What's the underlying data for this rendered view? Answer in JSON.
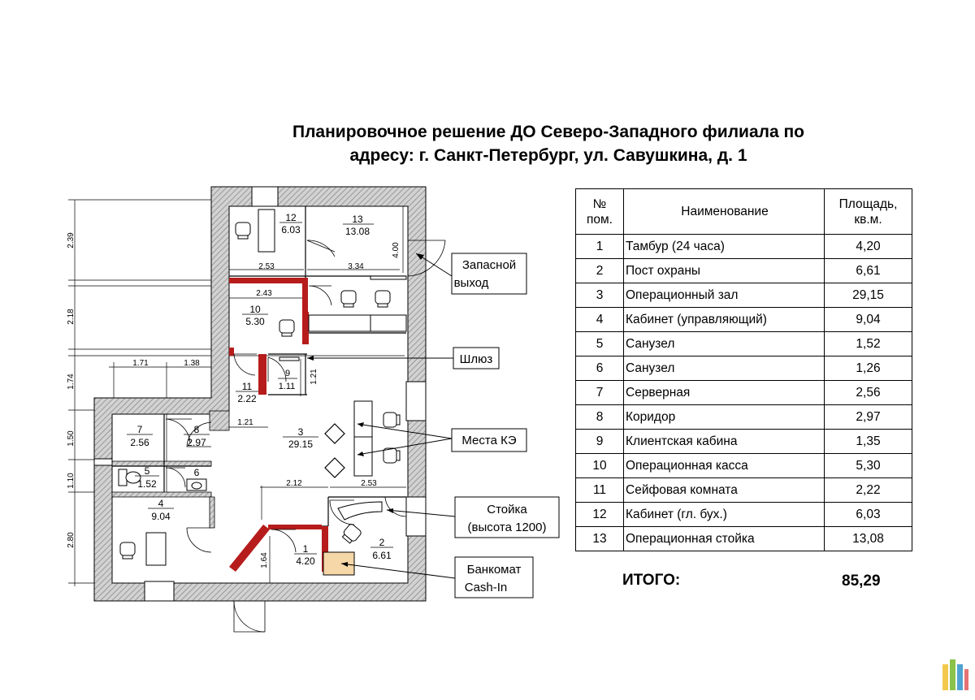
{
  "title": {
    "line1": "Планировочное решение ДО Северо-Западного филиала по",
    "line2": "адресу: г. Санкт-Петербург, ул. Савушкина, д. 1"
  },
  "plan": {
    "rooms": [
      {
        "no": "12",
        "area": "6.03"
      },
      {
        "no": "13",
        "area": "13.08"
      },
      {
        "no": "10",
        "area": "5.30"
      },
      {
        "no": "9",
        "area": "1.11"
      },
      {
        "no": "11",
        "area": "2.22"
      },
      {
        "no": "3",
        "area": "29.15"
      },
      {
        "no": "7",
        "area": "2.56"
      },
      {
        "no": "8",
        "area": "2.97"
      },
      {
        "no": "5",
        "area": "1.52"
      },
      {
        "no": "6",
        "area": ""
      },
      {
        "no": "4",
        "area": "9.04"
      },
      {
        "no": "1",
        "area": "4.20"
      },
      {
        "no": "2",
        "area": "6.61"
      }
    ],
    "dimensions": {
      "left_2_39": "2.39",
      "left_2_18": "2.18",
      "left_1_74": "1.74",
      "left_1_50": "1.50",
      "left_1_10": "1.10",
      "left_2_80": "2.80",
      "top_1_71": "1.71",
      "top_1_38": "1.38",
      "d_2_53_top": "2.53",
      "d_3_34": "3.34",
      "d_4_00": "4.00",
      "d_2_43": "2.43",
      "d_1_21_v": "1.21",
      "d_1_21_h": "1.21",
      "d_2_12": "2.12",
      "d_2_53_mid": "2.53",
      "d_1_64": "1.64"
    },
    "callouts": {
      "emergency_exit": [
        "Запасной",
        "выход"
      ],
      "airlock": "Шлюз",
      "workplaces": "Места КЭ",
      "counter": [
        "Стойка",
        "(высота 1200)"
      ],
      "atm": [
        "Банкомат",
        "Cash-In"
      ]
    },
    "colors": {
      "wall_hatch": "#b0b0b0",
      "partition": "#b71c1c",
      "atm": "#f6d7a8"
    }
  },
  "table": {
    "headers": {
      "no": [
        "№",
        "пом."
      ],
      "name": "Наименование",
      "area": [
        "Площадь,",
        "кв.м."
      ]
    },
    "rows": [
      {
        "no": "1",
        "name": "Тамбур (24 часа)",
        "area": "4,20"
      },
      {
        "no": "2",
        "name": "Пост охраны",
        "area": "6,61"
      },
      {
        "no": "3",
        "name": "Операционный зал",
        "area": "29,15"
      },
      {
        "no": "4",
        "name": "Кабинет (управляющий)",
        "area": "9,04"
      },
      {
        "no": "5",
        "name": "Санузел",
        "area": "1,52"
      },
      {
        "no": "6",
        "name": "Санузел",
        "area": "1,26"
      },
      {
        "no": "7",
        "name": "Серверная",
        "area": "2,56"
      },
      {
        "no": "8",
        "name": "Коридор",
        "area": "2,97"
      },
      {
        "no": "9",
        "name": "Клиентская кабина",
        "area": "1,35"
      },
      {
        "no": "10",
        "name": "Операционная касса",
        "area": "5,30"
      },
      {
        "no": "11",
        "name": "Сейфовая комната",
        "area": "2,22"
      },
      {
        "no": "12",
        "name": "Кабинет (гл. бух.)",
        "area": "6,03"
      },
      {
        "no": "13",
        "name": "Операционная стойка",
        "area": "13,08"
      }
    ],
    "total_label": "ИТОГО:",
    "total_value": "85,29"
  }
}
